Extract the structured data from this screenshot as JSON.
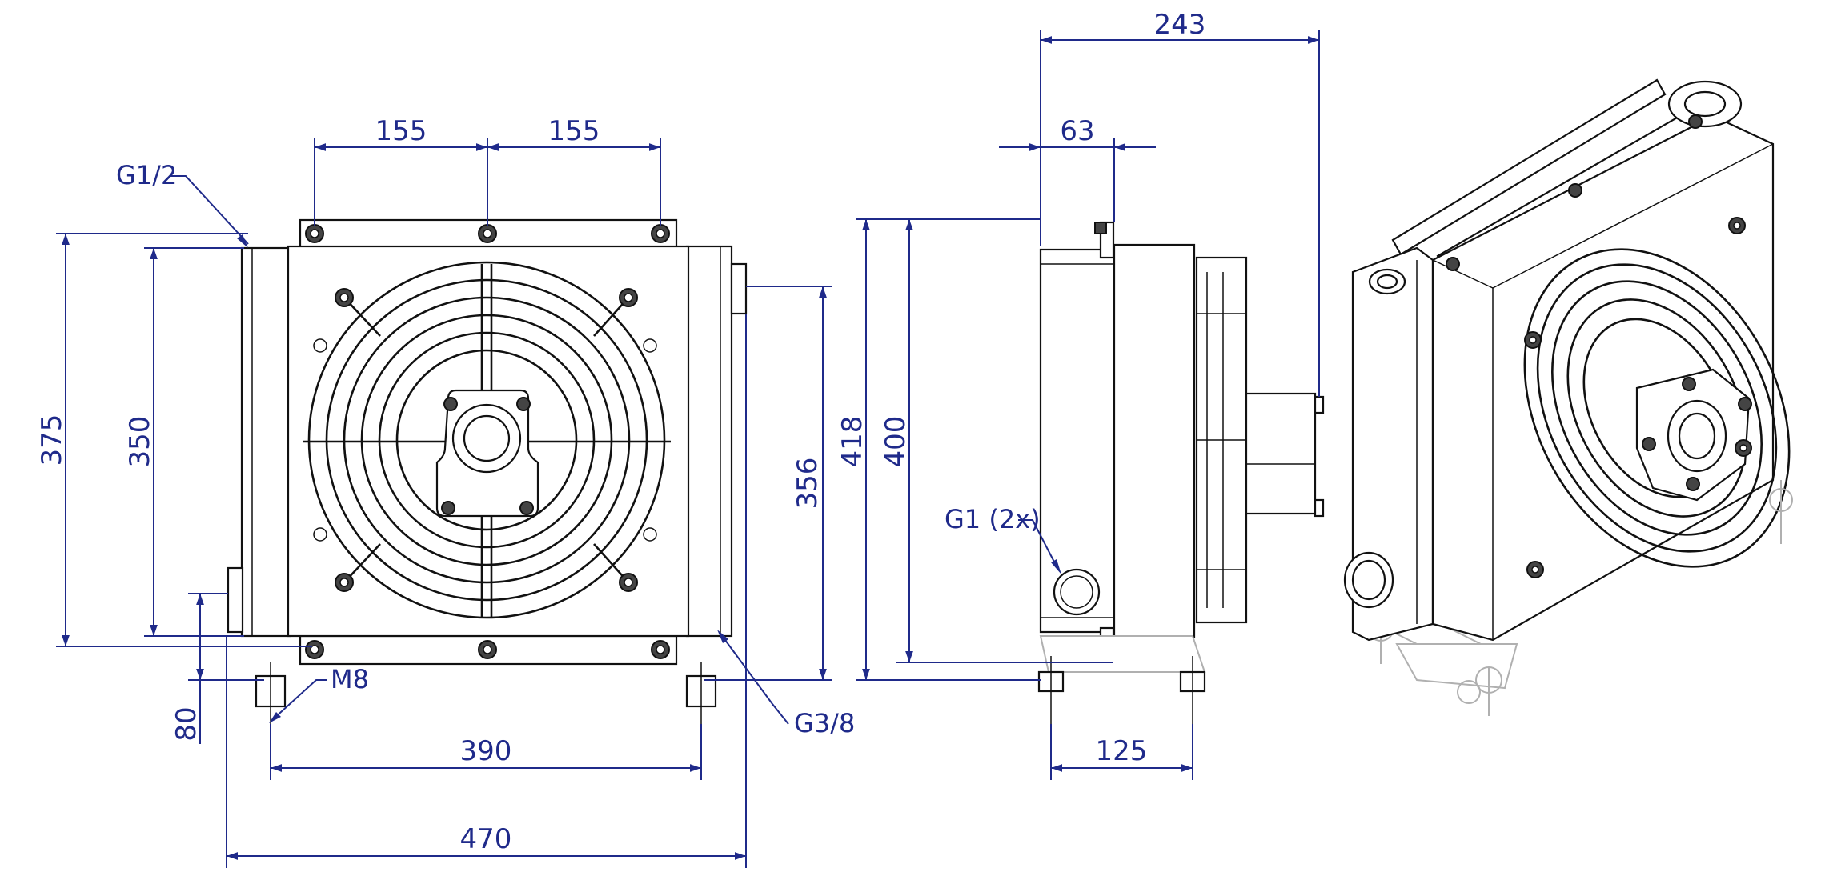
{
  "dimensions": {
    "front_width_total": "470",
    "front_mount_spacing": "390",
    "front_top_left_spacing": "155",
    "front_top_right_spacing": "155",
    "front_height_total": "375",
    "front_height_core": "350",
    "front_height_right": "356",
    "front_bottom_offset": "80",
    "side_depth_total": "243",
    "side_bracket_depth": "63",
    "side_height_total": "418",
    "side_height_core": "400",
    "side_mount_spacing": "125"
  },
  "callouts": {
    "port_inlet": "G1/2",
    "port_drain": "G3/8",
    "mount_thread": "M8",
    "main_ports": "G1 (2x)"
  },
  "colors": {
    "dimension_lines": "#1f2a8a",
    "part_outline": "#111111",
    "hidden_parts": "#b0b0b0"
  }
}
